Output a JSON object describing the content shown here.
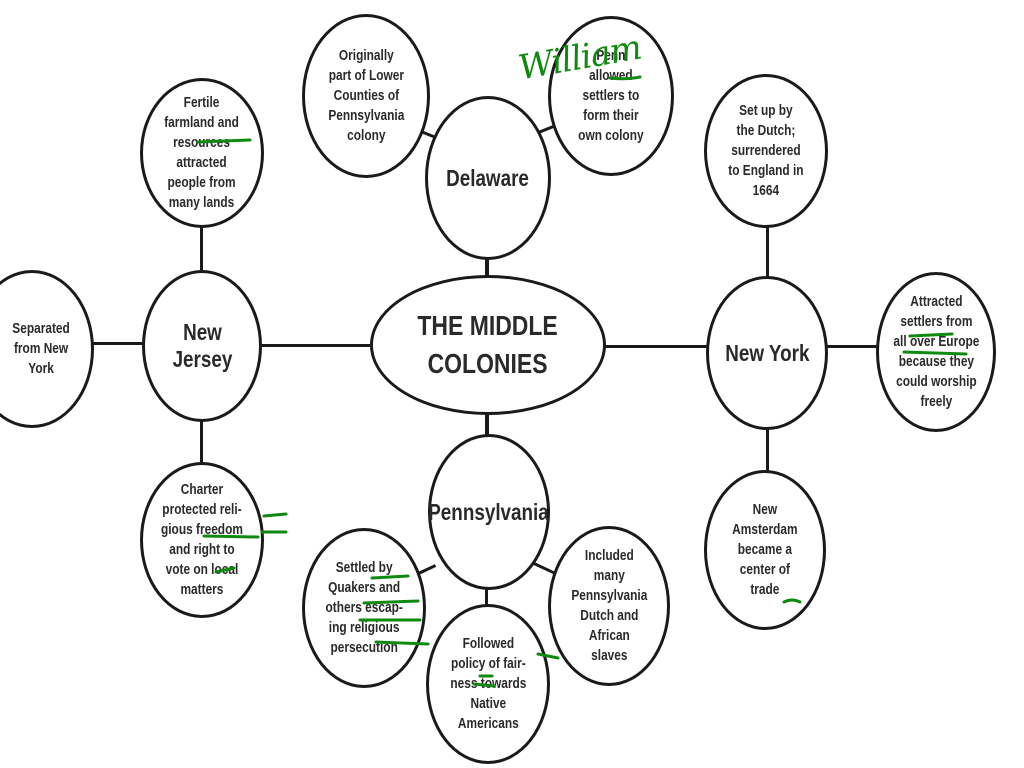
{
  "diagram": {
    "center": {
      "label": "THE MIDDLE\nCOLONIES"
    },
    "colonies": {
      "delaware": {
        "label": "Delaware"
      },
      "new_jersey": {
        "label": "New\nJersey"
      },
      "new_york": {
        "label": "New York"
      },
      "pennsylvania": {
        "label": "Pennsylvania"
      }
    },
    "details": {
      "delaware_lower_counties": "Originally\npart of Lower\nCounties of\nPennsylvania\ncolony",
      "delaware_penn": "Penn\nallowed\nsettlers to\nform their\nown colony",
      "nj_farmland": "Fertile\nfarmland and\nresources\nattracted\npeople from\nmany lands",
      "nj_separated": "Separated\nfrom New\nYork",
      "nj_charter": "Charter\nprotected reli-\ngious freedom\nand right to\nvote on local\nmatters",
      "ny_dutch": "Set up by\nthe Dutch;\nsurrendered\nto England in\n1664",
      "ny_settlers": "Attracted\nsettlers from\nall over Europe\nbecause they\ncould worship\nfreely",
      "ny_amsterdam": "New\nAmsterdam\nbecame a\ncenter of\ntrade",
      "pa_quakers": "Settled by\nQuakers and\nothers escap-\ning religious\npersecution",
      "pa_policy": "Followed\npolicy of fair-\nness towards\nNative\nAmericans",
      "pa_dutch": "Included\nmany\nPennsylvania\nDutch and\nAfrican\nslaves"
    },
    "annotations": {
      "handwritten_note": "William",
      "ink_color": "#0e8a0e"
    }
  }
}
